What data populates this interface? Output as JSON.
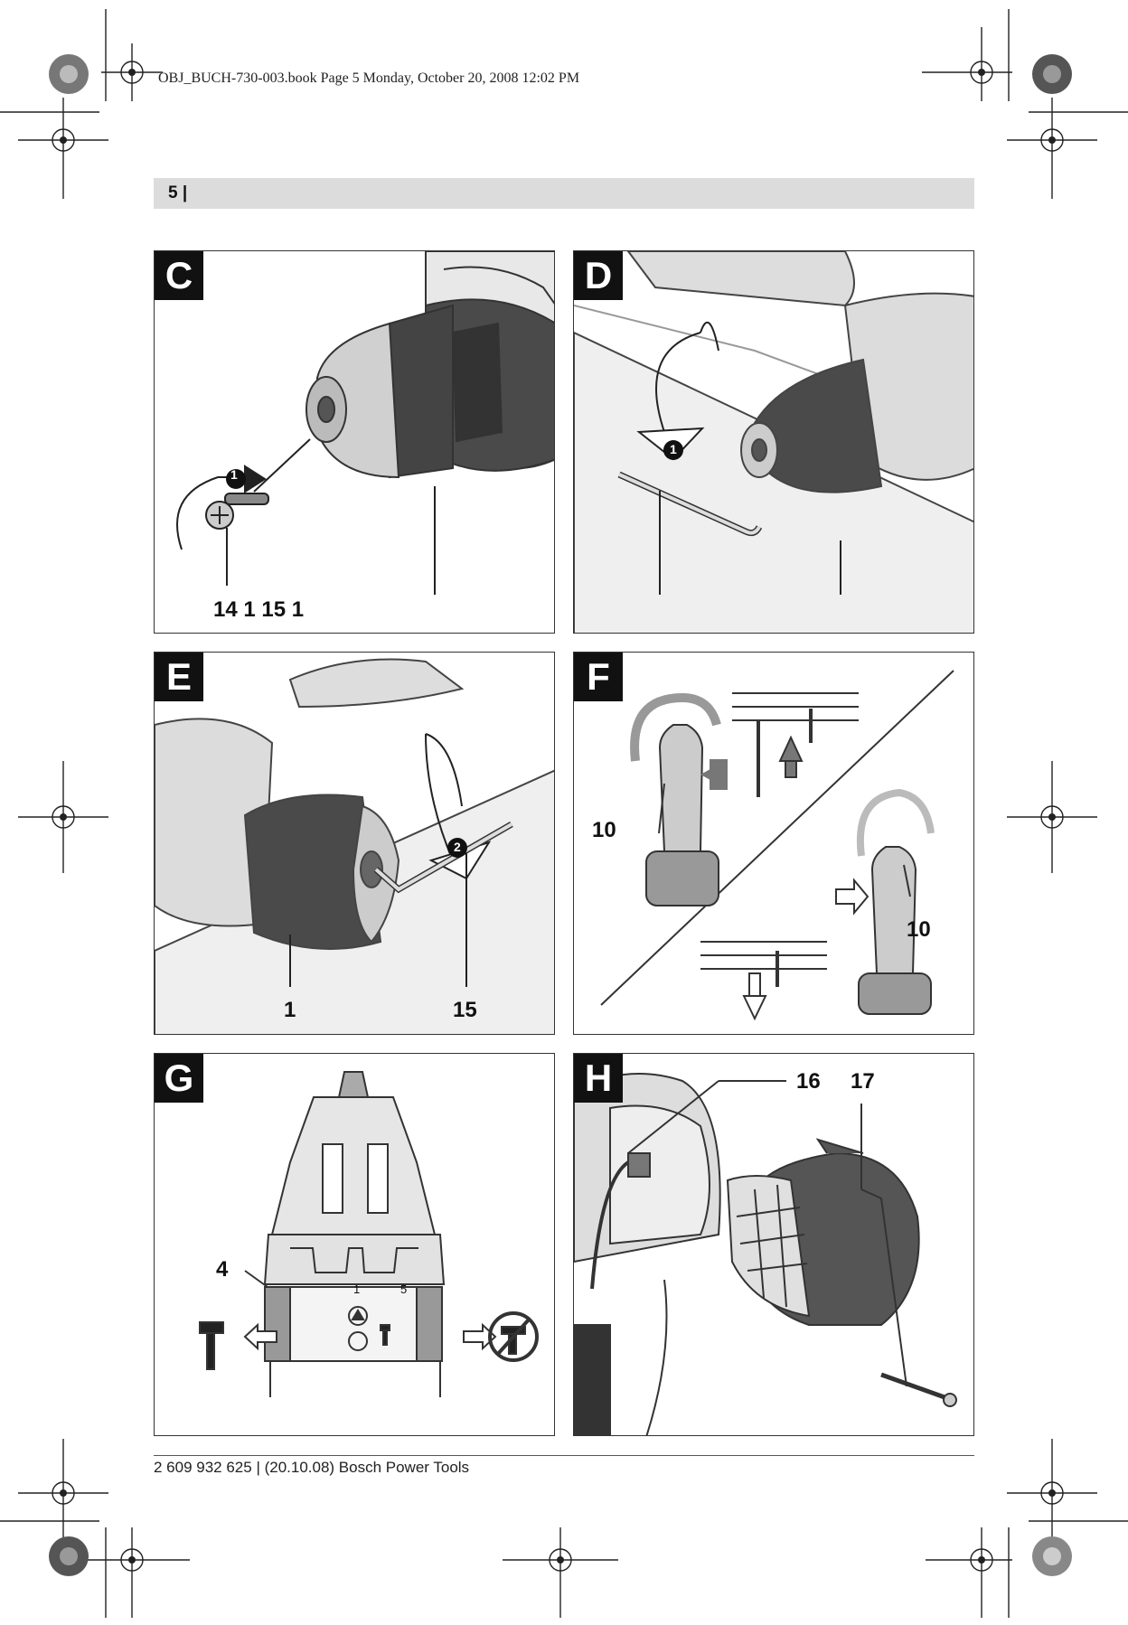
{
  "header": {
    "text": "OBJ_BUCH-730-003.book  Page 5  Monday, October 20, 2008  12:02 PM"
  },
  "page": {
    "number": "5 |"
  },
  "panels": {
    "C": {
      "letter": "C",
      "step": "1",
      "callout_a": "14 1 15 1"
    },
    "D": {
      "letter": "D",
      "step": "1"
    },
    "E": {
      "letter": "E",
      "step": "2",
      "callout_a": "1",
      "callout_b": "15"
    },
    "F": {
      "letter": "F",
      "callout_a": "10",
      "callout_b": "10"
    },
    "G": {
      "letter": "G",
      "callout_a": "4",
      "scale_1": "1",
      "scale_5": "5"
    },
    "H": {
      "letter": "H",
      "callout_a": "16",
      "callout_b": "17"
    }
  },
  "footer": {
    "text": "2 609 932 625 | (20.10.08) Bosch Power Tools"
  }
}
